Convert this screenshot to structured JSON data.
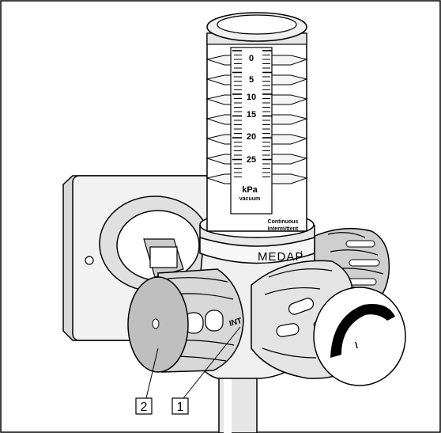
{
  "scale": {
    "values": [
      "0",
      "5",
      "10",
      "15",
      "20",
      "25"
    ],
    "unit": "kPa",
    "unit_sub": "vacuum"
  },
  "modes": {
    "continuous": "Continuous",
    "intermittent": "Intermittent"
  },
  "brand": "MEDAP",
  "knob_label": "INT",
  "callouts": [
    {
      "label": "2"
    },
    {
      "label": "1"
    }
  ],
  "colors": {
    "line": "#000000",
    "body": "#ffffff",
    "shade_light": "#e6e6e6",
    "shade_mid": "#cccccc",
    "shade_dark": "#b3b3b3"
  }
}
